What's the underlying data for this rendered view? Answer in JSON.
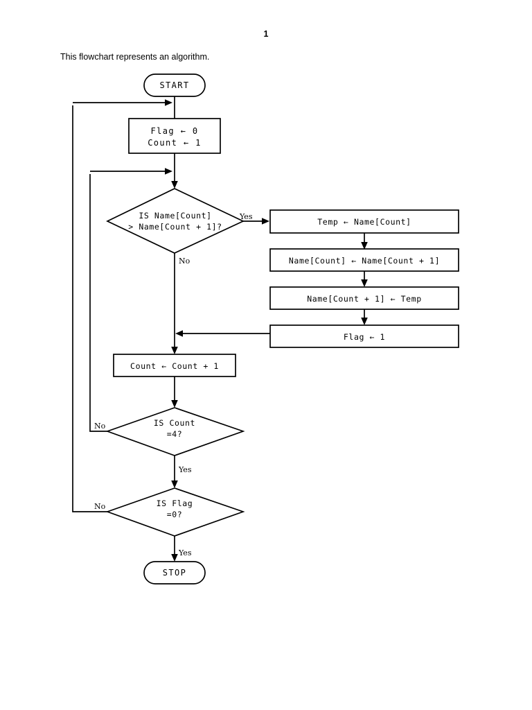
{
  "page": {
    "number": "1",
    "caption": "This flowchart represents an algorithm."
  },
  "chart_data": {
    "type": "diagram",
    "diagram_type": "flowchart",
    "title": "This flowchart represents an algorithm.",
    "nodes": [
      {
        "id": "start",
        "shape": "terminator",
        "text": "START"
      },
      {
        "id": "init",
        "shape": "process",
        "line1": "Flag ← 0",
        "line2": "Count ← 1"
      },
      {
        "id": "cmp",
        "shape": "decision",
        "line1": "IS Name[Count]",
        "line2": "> Name[Count + 1]?"
      },
      {
        "id": "temp",
        "shape": "process",
        "text": "Temp ← Name[Count]"
      },
      {
        "id": "shift",
        "shape": "process",
        "text": "Name[Count] ← Name[Count + 1]"
      },
      {
        "id": "restore",
        "shape": "process",
        "text": "Name[Count + 1] ← Temp"
      },
      {
        "id": "setflag",
        "shape": "process",
        "text": "Flag ← 1"
      },
      {
        "id": "inc",
        "shape": "process",
        "text": "Count ← Count + 1"
      },
      {
        "id": "countchk",
        "shape": "decision",
        "line1": "IS Count",
        "line2": "=4?"
      },
      {
        "id": "flagchk",
        "shape": "decision",
        "line1": "IS Flag",
        "line2": "=0?"
      },
      {
        "id": "stop",
        "shape": "terminator",
        "text": "STOP"
      }
    ],
    "edges": [
      {
        "from": "start",
        "to": "init",
        "label": ""
      },
      {
        "from": "init",
        "to": "cmp",
        "label": ""
      },
      {
        "from": "cmp",
        "to": "temp",
        "label": "Yes"
      },
      {
        "from": "cmp",
        "to": "inc",
        "label": "No"
      },
      {
        "from": "temp",
        "to": "shift",
        "label": ""
      },
      {
        "from": "shift",
        "to": "restore",
        "label": ""
      },
      {
        "from": "restore",
        "to": "setflag",
        "label": ""
      },
      {
        "from": "setflag",
        "to": "inc",
        "label": ""
      },
      {
        "from": "inc",
        "to": "countchk",
        "label": ""
      },
      {
        "from": "countchk",
        "to": "cmp",
        "label": "No"
      },
      {
        "from": "countchk",
        "to": "flagchk",
        "label": "Yes"
      },
      {
        "from": "flagchk",
        "to": "init",
        "label": "No"
      },
      {
        "from": "flagchk",
        "to": "stop",
        "label": "Yes"
      }
    ],
    "branch_labels": {
      "cmp_yes": "Yes",
      "cmp_no": "No",
      "countchk_no": "No",
      "countchk_yes": "Yes",
      "flagchk_no": "No",
      "flagchk_yes": "Yes"
    },
    "colors": {
      "stroke": "#000000",
      "fill": "#ffffff",
      "text": "#000000"
    }
  }
}
